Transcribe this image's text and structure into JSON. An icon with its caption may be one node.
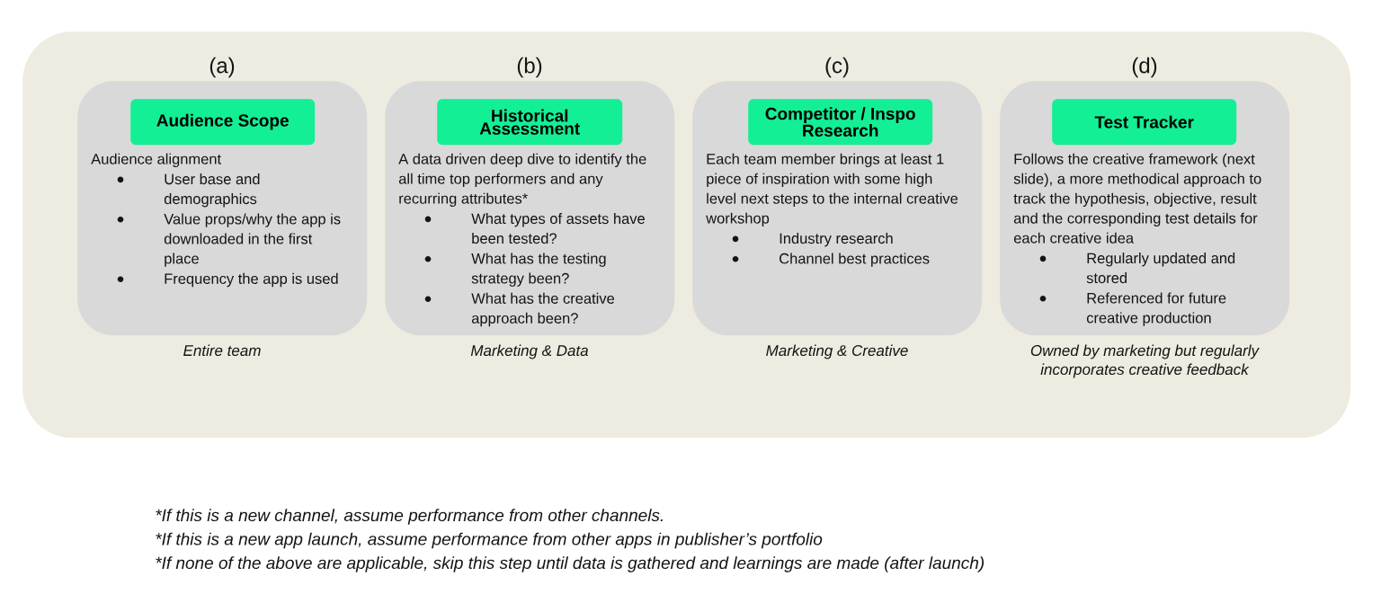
{
  "diagram": {
    "nodes": [
      {
        "text": [],
        "shape": "box"
      },
      {
        "text": [
          "(a)",
          "Audience alignment",
          "User base and demographics",
          "Value props/why the app is downloaded in the first place",
          "Frequency the app is used"
        ],
        "in": 0,
        "beside": [
          "Entire team"
        ]
      },
      {
        "text": [
          "Audience Scope"
        ],
        "in": 1
      },
      {
        "text": [
          "(b)",
          "A data driven deep dive to identify the all time top performers and any recurring attributes*",
          "What types of assets have been tested?",
          "What has the testing strategy been?",
          "What has the creative approach been?"
        ],
        "in": 0,
        "beside": [
          "Marketing & Data"
        ]
      },
      {
        "text": [
          "Historical Assessment"
        ],
        "in": 3
      },
      {
        "text": [
          "(c)",
          "Each team member brings at least 1 piece of inspiration with some high level next steps to the internal creative workshop",
          "Industry research",
          "Channel best practices"
        ],
        "in": 0,
        "beside": [
          "Marketing & Creative"
        ]
      },
      {
        "text": [
          "Competitor / Inspo Research"
        ],
        "in": 5
      },
      {
        "text": [
          "(d)",
          "Follows the creative framework (next slide), a more methodical approach to track the hypothesis, objective, result and the corresponding test details for each creative idea",
          "Regularly updated and stored",
          "Referenced for future creative production"
        ],
        "in": 0,
        "beside": [
          "Owned by marketing but regularly incorporates creative feedback"
        ]
      },
      {
        "text": [
          "Test Tracker"
        ],
        "in": 7
      }
    ],
    "labels": [
      "*If this is a new channel, assume performance from other channels.",
      "*If this is a new app launch, assume performance from other apps in publisher’s portfolio",
      "*If none of the above are applicable, skip this step until data is gathered and learnings are made (after launch)"
    ]
  }
}
